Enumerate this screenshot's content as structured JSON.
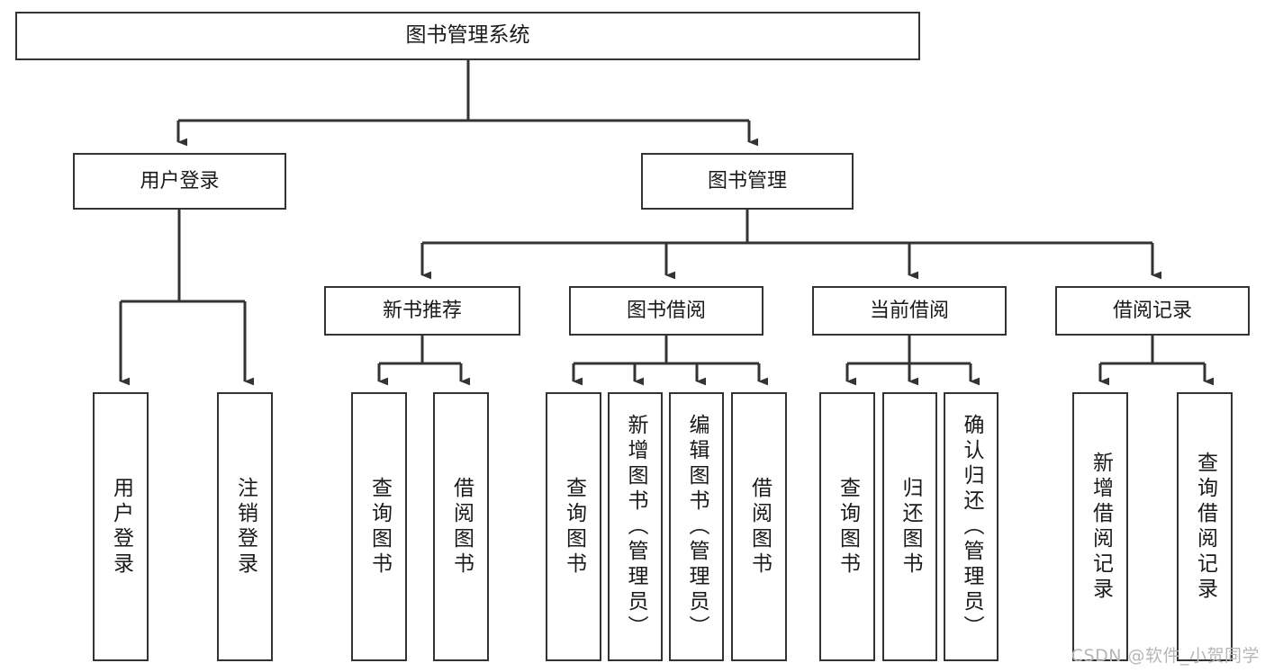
{
  "diagram": {
    "title": "图书管理系统",
    "type": "tree",
    "root": {
      "id": "root",
      "label": "图书管理系统"
    },
    "level2": [
      {
        "id": "user-login",
        "label": "用户登录"
      },
      {
        "id": "book-manage",
        "label": "图书管理"
      }
    ],
    "level3": [
      {
        "id": "new-book-rec",
        "label": "新书推荐",
        "parent": "book-manage"
      },
      {
        "id": "book-borrow",
        "label": "图书借阅",
        "parent": "book-manage"
      },
      {
        "id": "current-borrow",
        "label": "当前借阅",
        "parent": "book-manage"
      },
      {
        "id": "borrow-record",
        "label": "借阅记录",
        "parent": "book-manage"
      }
    ],
    "leaves": {
      "user-login": [
        {
          "id": "leaf-user-login",
          "label": "用户登录"
        },
        {
          "id": "leaf-logout",
          "label": "注销登录"
        }
      ],
      "new-book-rec": [
        {
          "id": "leaf-query-book-1",
          "label": "查询图书"
        },
        {
          "id": "leaf-borrow-book-1",
          "label": "借阅图书"
        }
      ],
      "book-borrow": [
        {
          "id": "leaf-query-book-2",
          "label": "查询图书"
        },
        {
          "id": "leaf-add-book",
          "label": "新增图书（管理员）"
        },
        {
          "id": "leaf-edit-book",
          "label": "编辑图书（管理员）"
        },
        {
          "id": "leaf-borrow-book-2",
          "label": "借阅图书"
        }
      ],
      "current-borrow": [
        {
          "id": "leaf-query-book-3",
          "label": "查询图书"
        },
        {
          "id": "leaf-return-book",
          "label": "归还图书"
        },
        {
          "id": "leaf-confirm-return",
          "label": "确认归还（管理员）"
        }
      ],
      "borrow-record": [
        {
          "id": "leaf-add-record",
          "label": "新增借阅记录"
        },
        {
          "id": "leaf-query-record",
          "label": "查询借阅记录"
        }
      ]
    },
    "colors": {
      "stroke": "#333333",
      "fill": "#ffffff",
      "text": "#1a1a1a",
      "watermark": "#b6b6b6"
    }
  },
  "watermark": {
    "text": "CSDN @软件_小贺同学"
  }
}
